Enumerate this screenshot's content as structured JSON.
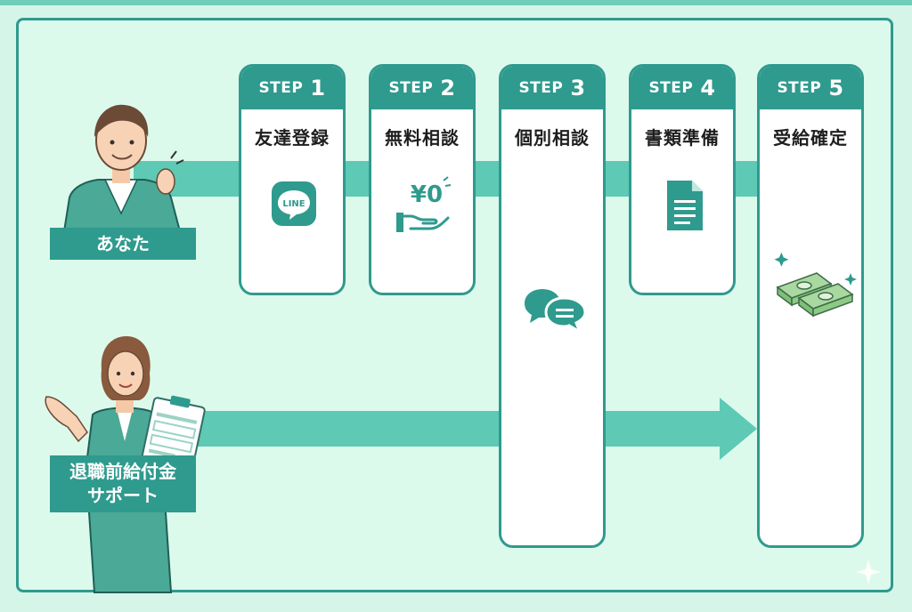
{
  "steps": [
    {
      "step": "STEP",
      "num": "1",
      "title": "友達登録",
      "icon": "line-app-icon",
      "icon_text": "LINE"
    },
    {
      "step": "STEP",
      "num": "2",
      "title": "無料相談",
      "icon": "free-hand-icon",
      "icon_text": "¥0"
    },
    {
      "step": "STEP",
      "num": "3",
      "title": "個別相談",
      "icon": "chat-bubbles-icon"
    },
    {
      "step": "STEP",
      "num": "4",
      "title": "書類準備",
      "icon": "document-icon"
    },
    {
      "step": "STEP",
      "num": "5",
      "title": "受給確定",
      "icon": "money-stack-icon"
    }
  ],
  "roles": {
    "user_label": "あなた",
    "support_label_line1": "退職前給付金",
    "support_label_line2": "サポート"
  },
  "colors": {
    "primary": "#2f9a8e",
    "arrow": "#5ec9b4",
    "background": "#dcfaec"
  }
}
